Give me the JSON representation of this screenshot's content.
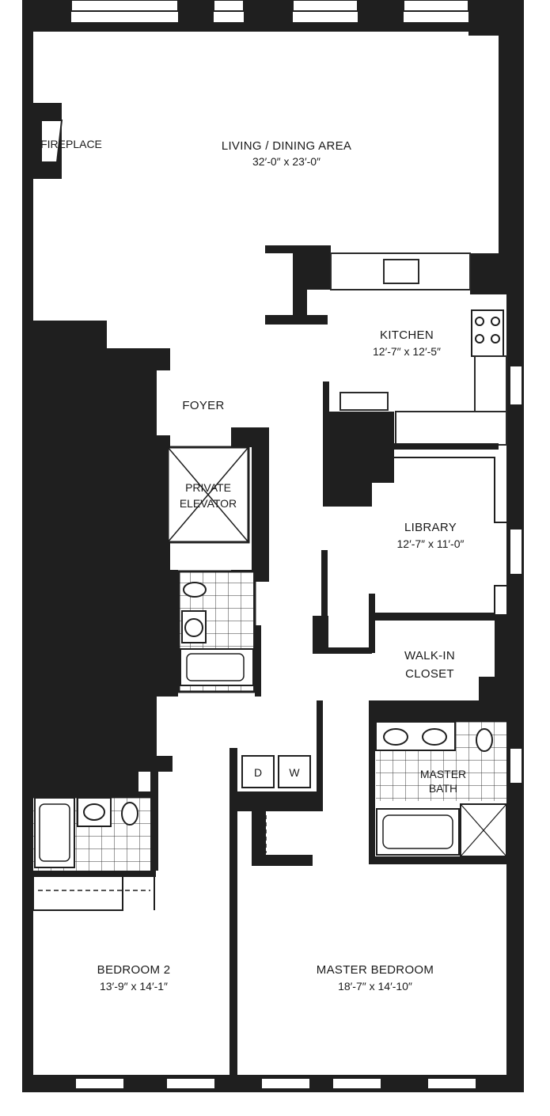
{
  "rooms": {
    "living": {
      "name": "LIVING / DINING AREA",
      "dims": "32′-0″ x 23′-0″"
    },
    "fireplace": {
      "name": "FIREPLACE"
    },
    "kitchen": {
      "name": "KITCHEN",
      "dims": "12′-7″ x 12′-5″"
    },
    "foyer": {
      "name": "FOYER"
    },
    "elevator": {
      "line1": "PRIVATE",
      "line2": "ELEVATOR"
    },
    "library": {
      "name": "LIBRARY",
      "dims": "12′-7″ x 11′-0″"
    },
    "closet": {
      "line1": "WALK-IN",
      "line2": "CLOSET"
    },
    "master_bath": {
      "line1": "MASTER",
      "line2": "BATH"
    },
    "laundry": {
      "d": "D",
      "w": "W"
    },
    "bedroom2": {
      "name": "BEDROOM 2",
      "dims": "13′-9″ x 14′-1″"
    },
    "master_bedroom": {
      "name": "MASTER BEDROOM",
      "dims": "18′-7″ x 14′-10″"
    }
  },
  "colors": {
    "wall": "#1f1f1f",
    "floor": "#ffffff"
  }
}
